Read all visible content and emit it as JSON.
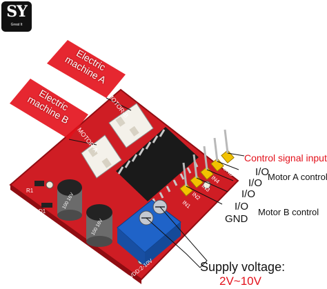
{
  "brand": {
    "mark": "SY",
    "sub": "Great It"
  },
  "labels": {
    "machine_a": "Electric machine A",
    "machine_b": "Electric machine B",
    "control_signal": "Control signal input",
    "io_1": "I/O",
    "io_2": "I/O",
    "io_3": "I/O",
    "io_4": "I/O",
    "motor_a_control": "Motor A control",
    "motor_b_control": "Motor B control",
    "gnd": "GND",
    "supply": "Supply voltage:",
    "supply_range": "2V~10V"
  },
  "board_print": {
    "motor_b": "MOTOR-B",
    "motor_a": "MOTOR-A",
    "gnd": "GND",
    "in4": "IN4",
    "in3": "IN3",
    "in2": "IN2",
    "in1": "IN1",
    "vdd": "VDD:2-10V",
    "r1": "R1",
    "d1": "D1",
    "cap_1": "100 16V",
    "cap_2": "100 16V"
  },
  "colors": {
    "board": "#d41f26",
    "annotation_red": "#e3101a",
    "chip": "#1a1a1a",
    "terminal": "#1f63c8",
    "header_pin": "#f2c200",
    "connector": "#f4f1ea"
  }
}
